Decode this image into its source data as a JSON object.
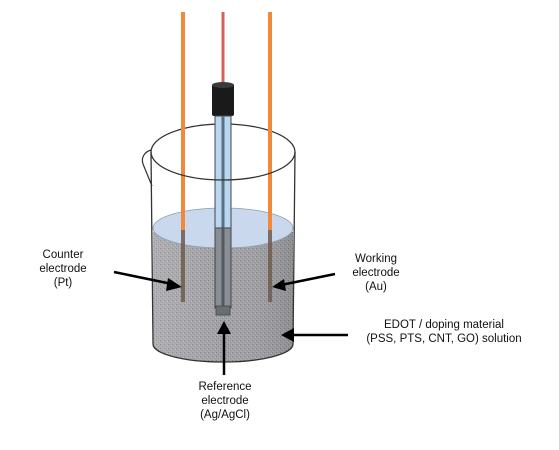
{
  "labels": {
    "counter": [
      "Counter",
      "electrode",
      "(Pt)"
    ],
    "working": [
      "Working",
      "electrode",
      "(Au)"
    ],
    "reference": [
      "Reference",
      "electrode",
      "(Ag/AgCl)"
    ],
    "solution": [
      "EDOT / doping material",
      "(PSS, PTS, CNT, GO) solution"
    ]
  },
  "colors": {
    "counter_wire": "#f08a3a",
    "working_wire": "#f08a3a",
    "reference_wire": "#d9605a",
    "reference_cap": "#1a1a1a",
    "reference_tube": "#b9d7ef",
    "solution_fill": "#a8a8ab",
    "solution_surface": "#c9d8ec",
    "beaker_outline": "#333333"
  }
}
